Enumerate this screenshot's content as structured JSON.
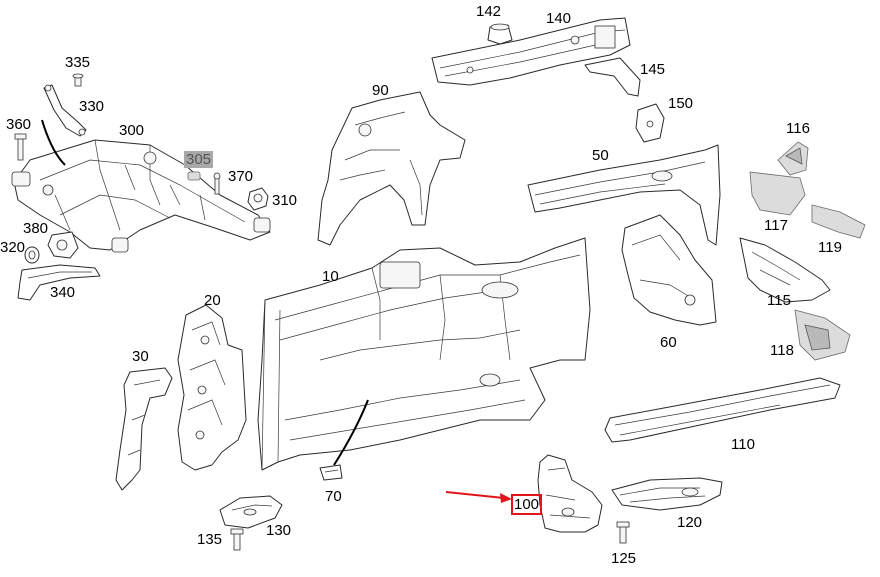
{
  "diagram": {
    "callouts": [
      {
        "id": "142",
        "text": "142"
      },
      {
        "id": "140",
        "text": "140"
      },
      {
        "id": "145",
        "text": "145"
      },
      {
        "id": "150",
        "text": "150"
      },
      {
        "id": "335",
        "text": "335"
      },
      {
        "id": "330",
        "text": "330"
      },
      {
        "id": "360",
        "text": "360"
      },
      {
        "id": "300",
        "text": "300"
      },
      {
        "id": "305",
        "text": "305"
      },
      {
        "id": "370",
        "text": "370"
      },
      {
        "id": "310",
        "text": "310"
      },
      {
        "id": "380",
        "text": "380"
      },
      {
        "id": "320",
        "text": "320"
      },
      {
        "id": "340",
        "text": "340"
      },
      {
        "id": "90",
        "text": "90"
      },
      {
        "id": "50",
        "text": "50"
      },
      {
        "id": "116",
        "text": "116"
      },
      {
        "id": "117",
        "text": "117"
      },
      {
        "id": "119",
        "text": "119"
      },
      {
        "id": "115",
        "text": "115"
      },
      {
        "id": "118",
        "text": "118"
      },
      {
        "id": "60",
        "text": "60"
      },
      {
        "id": "10",
        "text": "10"
      },
      {
        "id": "20",
        "text": "20"
      },
      {
        "id": "30",
        "text": "30"
      },
      {
        "id": "70",
        "text": "70"
      },
      {
        "id": "110",
        "text": "110"
      },
      {
        "id": "100",
        "text": "100"
      },
      {
        "id": "120",
        "text": "120"
      },
      {
        "id": "125",
        "text": "125"
      },
      {
        "id": "130",
        "text": "130"
      },
      {
        "id": "135",
        "text": "135"
      }
    ],
    "highlighted_part": "100",
    "highlight_color": "#e0151b",
    "greyed_part": "305"
  }
}
